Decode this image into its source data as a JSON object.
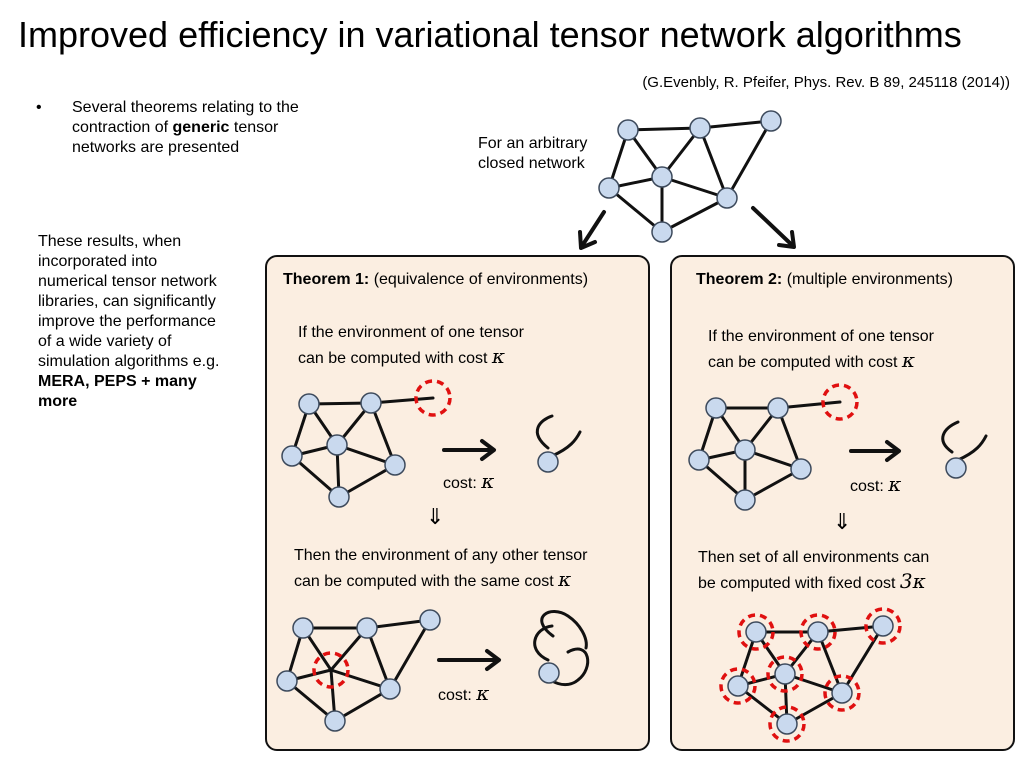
{
  "title": "Improved efficiency in variational tensor network algorithms",
  "citation": "(G.Evenbly, R. Pfeifer, Phys. Rev. B 89, 245118 (2014))",
  "bullet": {
    "symbol": "•",
    "text_before": "Several theorems relating to the contraction of ",
    "text_bold": "generic",
    "text_after": " tensor networks are presented"
  },
  "intro_label": "For an arbitrary closed network",
  "side_note": {
    "text": "These results, when incorporated into numerical tensor network libraries, can significantly improve the performance of a wide variety of simulation algorithms e.g. ",
    "bold": "MERA, PEPS + many more"
  },
  "theorem1": {
    "heading_bold": "Theorem 1:",
    "heading_rest": " (equivalence of environments)",
    "line1": "If the environment of one tensor",
    "line2": "can be computed with cost",
    "cost_label": "cost:",
    "kappa": "κ",
    "implies": "⇓",
    "then_line1": "Then the environment of any other tensor",
    "then_line2": "can be computed with the same cost"
  },
  "theorem2": {
    "heading_bold": "Theorem 2:",
    "heading_rest": " (multiple environments)",
    "line1": "If the environment of one tensor",
    "line2": "can be computed with cost",
    "cost_label": "cost:",
    "kappa": "κ",
    "implies": "⇓",
    "then_line1": "Then set of all environments can",
    "then_line2": "be computed with fixed cost",
    "fixed_cost": "3κ"
  },
  "colors": {
    "box_fill": "#fbeee1",
    "node_fill": "#c9d9ee",
    "highlight_ring": "#e01010"
  }
}
